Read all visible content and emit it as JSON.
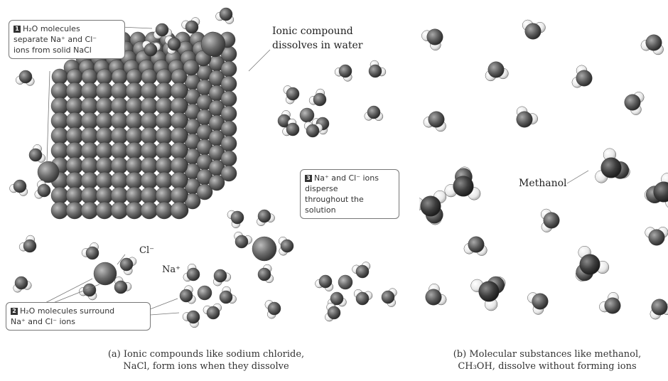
{
  "panel_a": {
    "callout_1": {
      "step": "1",
      "lines": [
        "H₂O molecules",
        "separate Na⁺ and Cl⁻",
        "ions from solid NaCl"
      ]
    },
    "callout_2": {
      "step": "2",
      "lines": [
        "H₂O molecules surround",
        "Na⁺ and Cl⁻ ions"
      ]
    },
    "callout_3": {
      "step": "3",
      "lines": [
        "Na⁺ and Cl⁻ ions",
        "disperse",
        "throughout the",
        "solution"
      ]
    },
    "label_ionic": [
      "Ionic compound",
      "dissolves in water"
    ],
    "label_cl": "Cl⁻",
    "label_na": "Na⁺",
    "caption": [
      "(a) Ionic compounds like sodium chloride,",
      "NaCl, form ions when they dissolve"
    ]
  },
  "panel_b": {
    "label_methanol": "Methanol",
    "caption": [
      "(b) Molecular substances like methanol,",
      "CH₃OH, dissolve without forming ions"
    ]
  },
  "colors": {
    "ion": "#6b6b6b",
    "oxygen": "#555555",
    "hydrogen": "#efefef",
    "carbon": "#3d3d3d"
  }
}
